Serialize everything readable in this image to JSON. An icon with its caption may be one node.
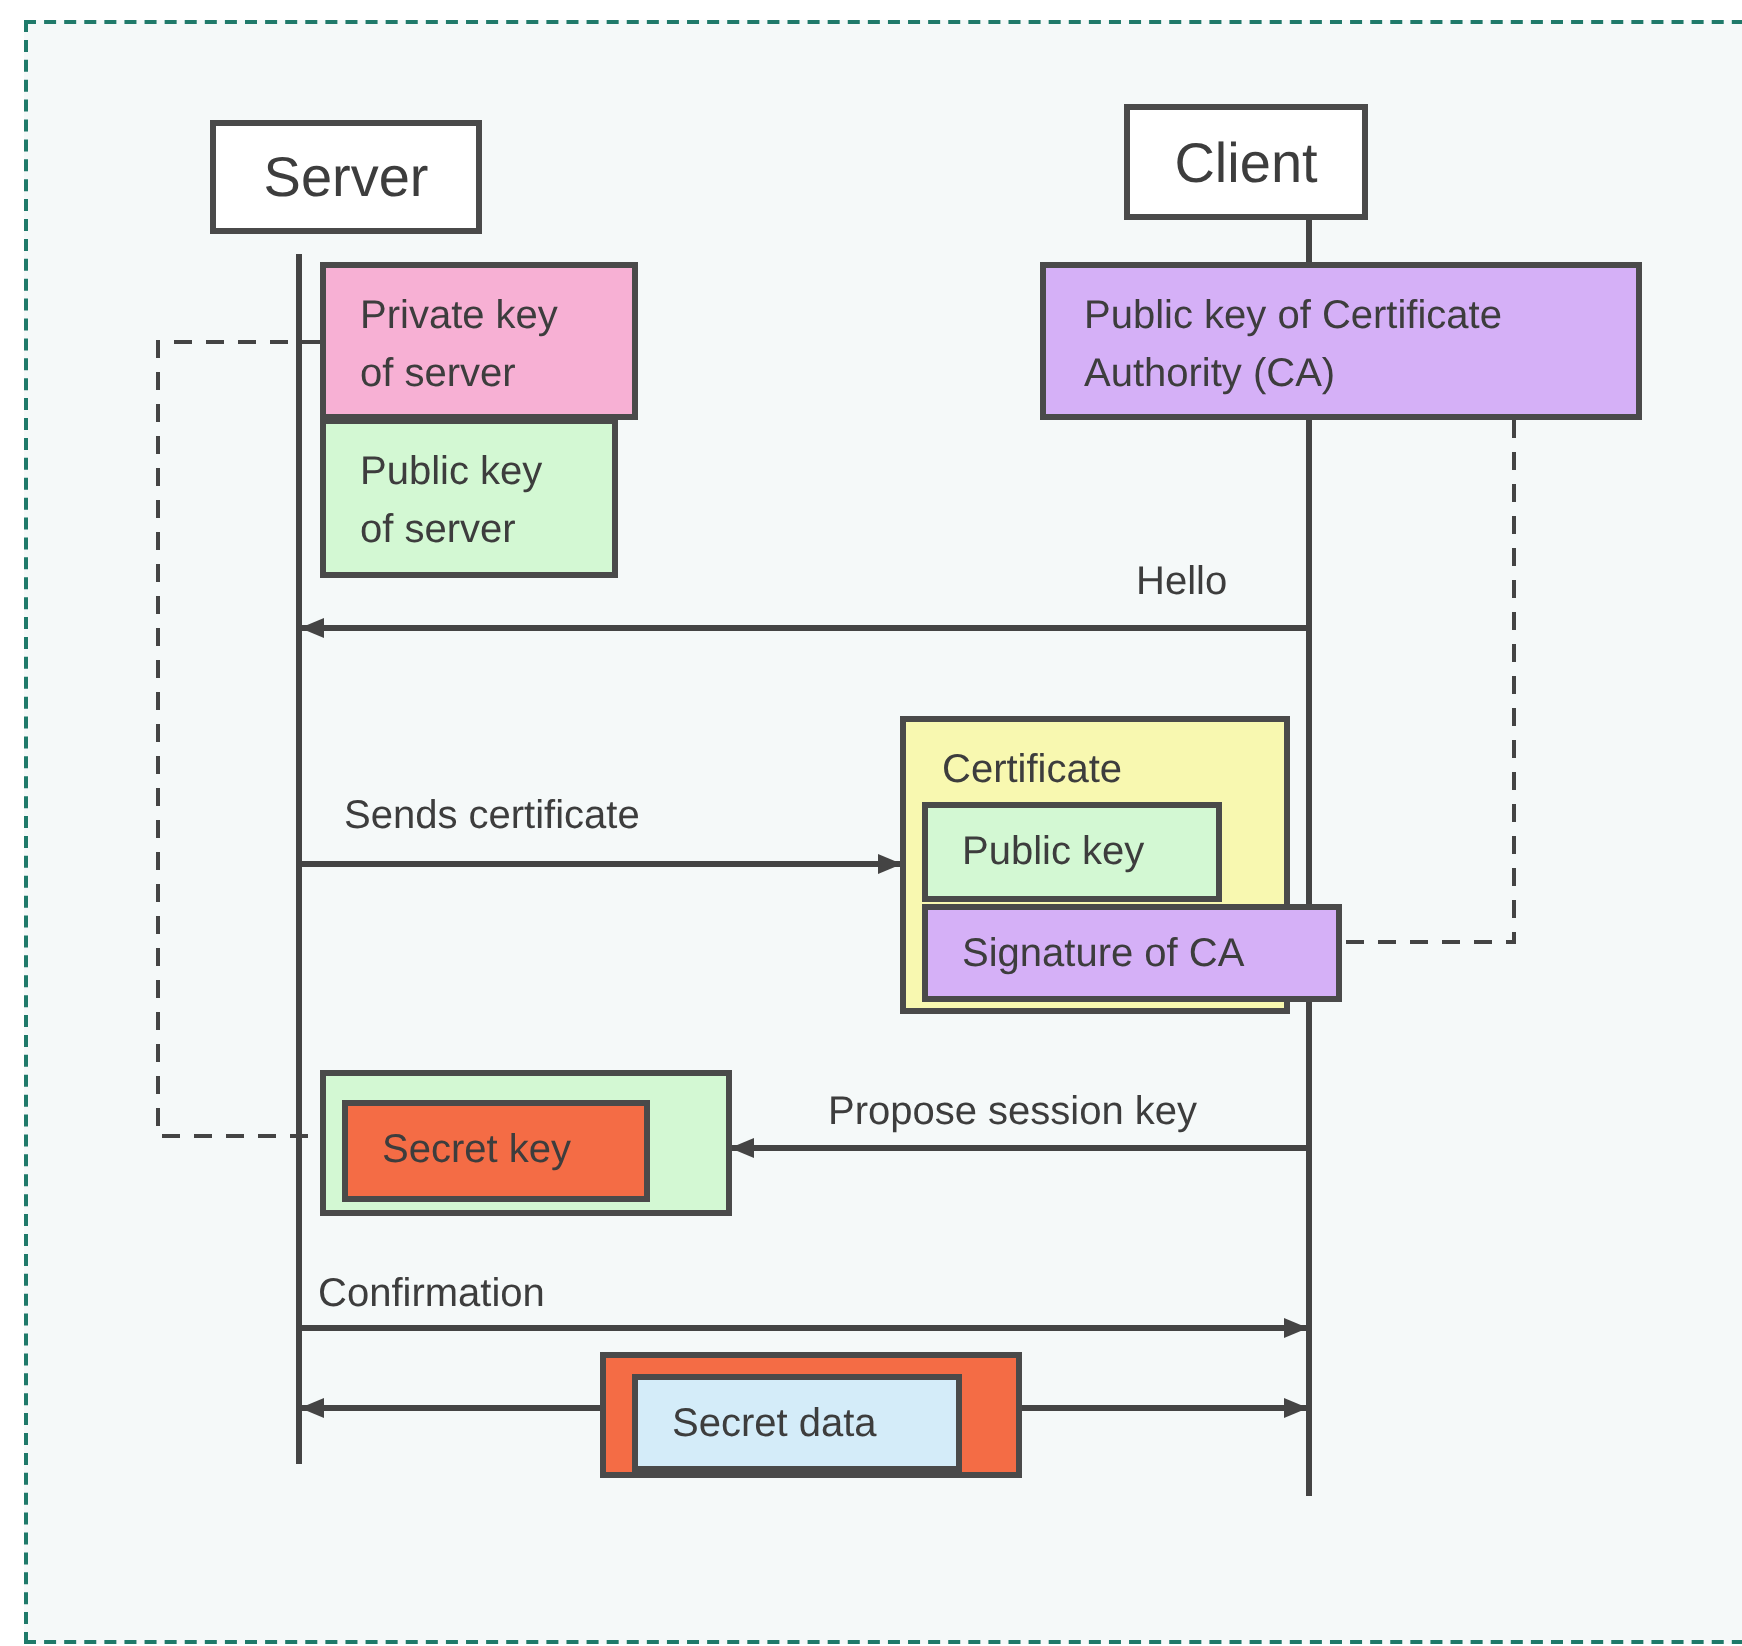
{
  "diagram": {
    "nodes": [
      {
        "text": [
          "Server"
        ]
      },
      {
        "text": [
          "Client"
        ]
      },
      {
        "text": [
          "Private key of server"
        ]
      },
      {
        "text": [
          "Public key of server"
        ]
      },
      {
        "text": [
          "Public key of Certificate Authority (CA)"
        ]
      },
      {
        "text": [
          "Certificate"
        ]
      },
      {
        "text": [
          "Public key"
        ],
        "in": 5
      },
      {
        "text": [
          "Signature of CA"
        ]
      },
      {
        "text": [],
        "shape": "box"
      },
      {
        "text": [
          "Secret key"
        ],
        "in": 8
      },
      {
        "text": [],
        "shape": "box"
      },
      {
        "text": [
          "Secret data"
        ],
        "in": 10
      },
      {
        "text": [],
        "shape": "bar"
      },
      {
        "text": [],
        "shape": "bar"
      }
    ],
    "edges": [
      {
        "from": 13,
        "to": 12,
        "arrow": "to",
        "label": "Hello"
      },
      {
        "from": 12,
        "to": 5,
        "arrow": "to",
        "label": "Sends certificate"
      },
      {
        "from": 13,
        "to": 8,
        "arrow": "to",
        "label": "Propose session key"
      },
      {
        "from": 12,
        "to": 13,
        "arrow": "to",
        "label": "Confirmation"
      },
      {
        "from": 10,
        "to": 12,
        "arrow": "to"
      },
      {
        "from": 10,
        "to": 13,
        "arrow": "to"
      },
      {
        "from": 2,
        "to": 8,
        "arrow": "none",
        "style": "dashed"
      },
      {
        "from": 4,
        "to": 7,
        "arrow": "none",
        "style": "dashed"
      }
    ]
  }
}
